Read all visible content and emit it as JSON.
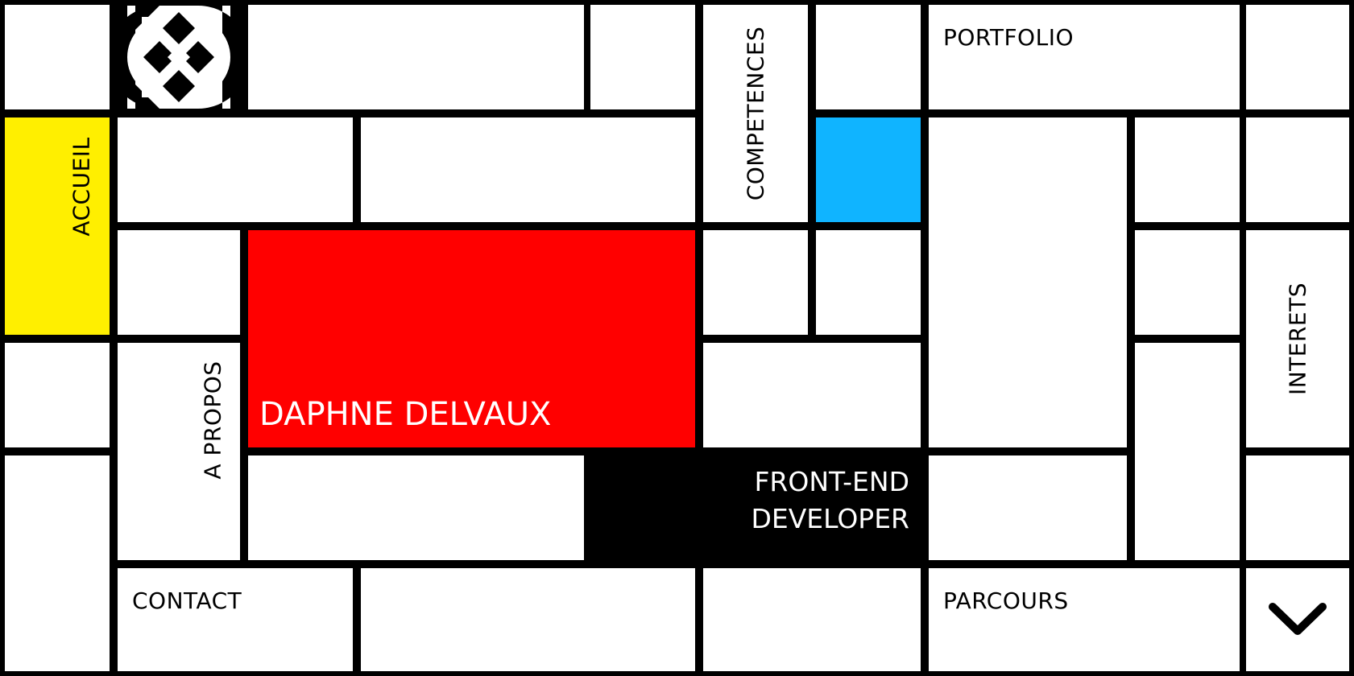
{
  "nav": {
    "accueil": "ACCUEIL",
    "competences": "COMPETENCES",
    "portfolio": "PORTFOLIO",
    "a_propos": "A PROPOS",
    "interets": "INTERETS",
    "contact": "CONTACT",
    "parcours": "PARCOURS"
  },
  "hero": {
    "name": "DAPHNE DELVAUX",
    "role_line1": "FRONT-END",
    "role_line2": "DEVELOPER"
  },
  "icons": {
    "logo": "dd-monogram-logo",
    "scroll_down": "chevron-down-icon"
  },
  "colors": {
    "yellow": "#ffef00",
    "blue": "#10b4ff",
    "red": "#ff0000",
    "black": "#000000",
    "white": "#ffffff"
  }
}
